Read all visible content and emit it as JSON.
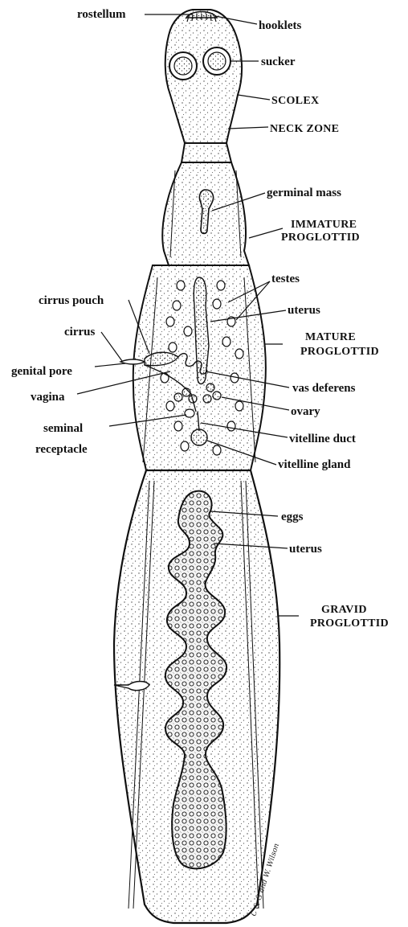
{
  "colors": {
    "ink": "#111111",
    "stipple": "#444444",
    "paper": "#ffffff"
  },
  "labels": {
    "rostellum": "rostellum",
    "hooklets": "hooklets",
    "sucker": "sucker",
    "scolex": "SCOLEX",
    "neck_zone": "NECK ZONE",
    "germinal_mass": "germinal mass",
    "immature_1": "IMMATURE",
    "immature_2": "PROGLOTTID",
    "cirrus_pouch": "cirrus pouch",
    "testes": "testes",
    "uterus_mature": "uterus",
    "cirrus": "cirrus",
    "mature_1": "MATURE",
    "mature_2": "PROGLOTTID",
    "genital_pore": "genital pore",
    "vas_deferens": "vas deferens",
    "vagina": "vagina",
    "ovary": "ovary",
    "seminal_1": "seminal",
    "seminal_2": "receptacle",
    "vitelline_duct": "vitelline duct",
    "vitelline_gland": "vitelline gland",
    "eggs": "eggs",
    "uterus_gravid": "uterus",
    "gravid_1": "GRAVID",
    "gravid_2": "PROGLOTTID",
    "signature": "C & G and W. Wilson"
  }
}
